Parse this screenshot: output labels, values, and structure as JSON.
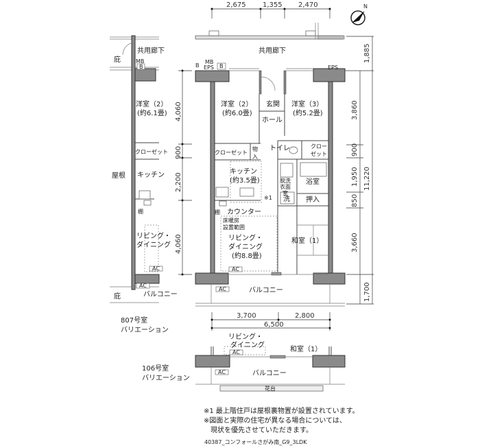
{
  "dimensions": {
    "top": [
      "2,675",
      "1,355",
      "2,470"
    ],
    "right": [
      "1,885",
      "3,860",
      "900",
      "1,950",
      "850",
      "3,660",
      "1,700"
    ],
    "right_total": "11,220",
    "left": [
      "4,060",
      "900",
      "2,200",
      "4,060"
    ],
    "bottom": [
      "3,700",
      "2,800"
    ],
    "bottom_total": "6,500"
  },
  "compass": {
    "label": "N"
  },
  "unit_807": {
    "corridor": "共用廊下",
    "eave_top": "庇",
    "eave_bottom": "庇",
    "mb": "MB",
    "b": "B",
    "room2_name": "洋室（2）",
    "room2_size": "(約6.1畳)",
    "closet": "クローゼット",
    "roof": "屋根",
    "kitchen": "キッチン",
    "shelf": "棚",
    "living_1": "リビング・",
    "living_2": "ダイニング",
    "ac1": "AC",
    "ac2": "AC",
    "balcony": "バルコニー",
    "title_1": "807号室",
    "title_2": "バリエーション"
  },
  "main_unit": {
    "corridor": "共用廊下",
    "mb": "MB",
    "eps_small": "EPS",
    "b1": "B",
    "b2": "B",
    "eps": "EPS",
    "room2_name": "洋室（2）",
    "room2_size": "(約6.0畳)",
    "entrance": "玄関",
    "hall": "ホール",
    "room3_name": "洋室（3）",
    "room3_size": "(約5.2畳)",
    "closet_left": "クローゼット",
    "storage_1": "物",
    "storage_2": "入",
    "toilet": "トイレ",
    "closet_right_1": "クロー",
    "closet_right_2": "ゼット",
    "kitchen_name": "キッチン",
    "kitchen_size": "(約3.5畳)",
    "washroom_1": "脱洗",
    "washroom_2": "衣面",
    "washroom_3": "室",
    "bath": "浴室",
    "note_mark": "※1",
    "washer": "洗",
    "oshiire": "押入",
    "shelf": "棚",
    "counter": "カウンター",
    "floor_heat_1": "床暖房",
    "floor_heat_2": "設置範囲",
    "living_1": "リビング・",
    "living_2": "ダイニング",
    "living_size": "(約8.8畳)",
    "washitsu": "和室（1）",
    "ac1": "AC",
    "ac2": "AC",
    "balcony": "バルコニー"
  },
  "unit_106": {
    "living_1": "リビング・",
    "living_2": "ダイニング",
    "ac1": "AC",
    "ac2": "AC",
    "washitsu": "和室（1）",
    "balcony": "バルコニー",
    "flower_bed": "花台",
    "title_1": "106号室",
    "title_2": "バリエーション"
  },
  "notes": [
    "※1 最上階住戸は屋根裏物置が設置されています。",
    "※図面と実際の住宅が異なる場合については、",
    "現状を優先させていただきます。"
  ],
  "footer": "40387_コンフォールさがみ南_G9_3LDK"
}
